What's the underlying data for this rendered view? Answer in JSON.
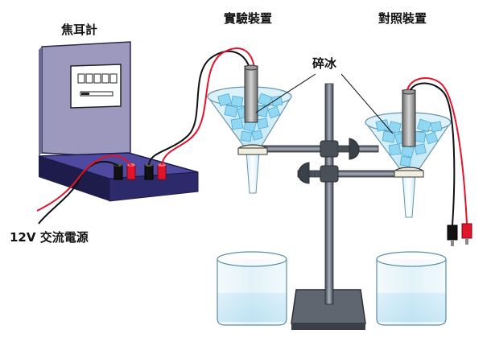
{
  "labels": {
    "joulemeter": "焦耳計",
    "experimental_setup": "實驗裝置",
    "control_setup": "對照裝置",
    "crushed_ice": "碎冰",
    "power_supply": "12V 交流電源"
  },
  "colors": {
    "meter_body": "#9b97bd",
    "meter_base": "#4d4aa0",
    "meter_shadow": "#1e1c4a",
    "funnel": "#b9e4f3",
    "ice": "#8fd6f2",
    "stand": "#5f6670",
    "beaker": "#d6eef8",
    "wire_red": "#e0142a",
    "wire_black": "#111111"
  }
}
